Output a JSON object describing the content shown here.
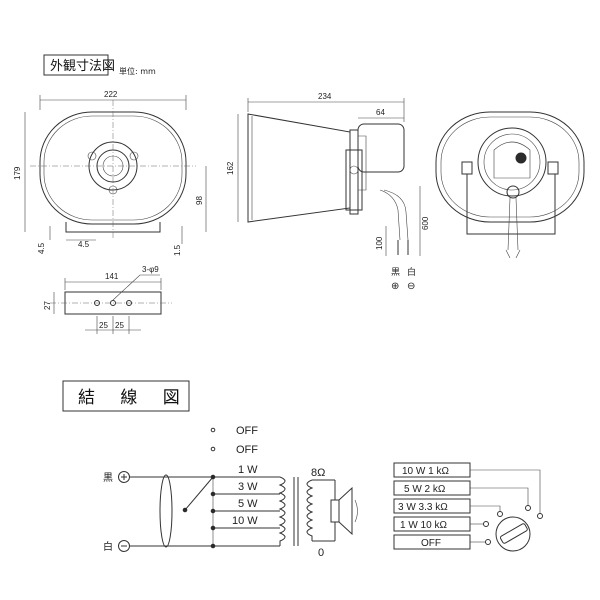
{
  "headers": {
    "outline_title": "外観寸法図",
    "unit": "単位: mm",
    "wiring_title": "結 線 図"
  },
  "front_view": {
    "width": "222",
    "height": "179",
    "d98": "98",
    "d4_5_left": "4.5",
    "d4_5_bottom": "4.5",
    "d1_5": "1.5"
  },
  "side_view": {
    "length": "234",
    "d64": "64",
    "d162": "162",
    "d100": "100",
    "d600": "600",
    "wire_black": "黒",
    "wire_white": "白",
    "plus": "⊕",
    "minus": "⊖"
  },
  "bracket_view": {
    "d141": "141",
    "holes": "3-φ9",
    "d27": "27",
    "d25a": "25",
    "d25b": "25"
  },
  "wiring": {
    "black_label": "黒",
    "white_label": "白",
    "taps": [
      "OFF",
      "OFF",
      "1 W",
      "3 W",
      "5 W",
      "10 W"
    ],
    "ohm": "8Ω",
    "zero": "0",
    "selector": [
      "10 W 1 kΩ",
      "5 W 2 kΩ",
      "3 W 3.3 kΩ",
      "1 W 10 kΩ",
      "OFF"
    ]
  }
}
